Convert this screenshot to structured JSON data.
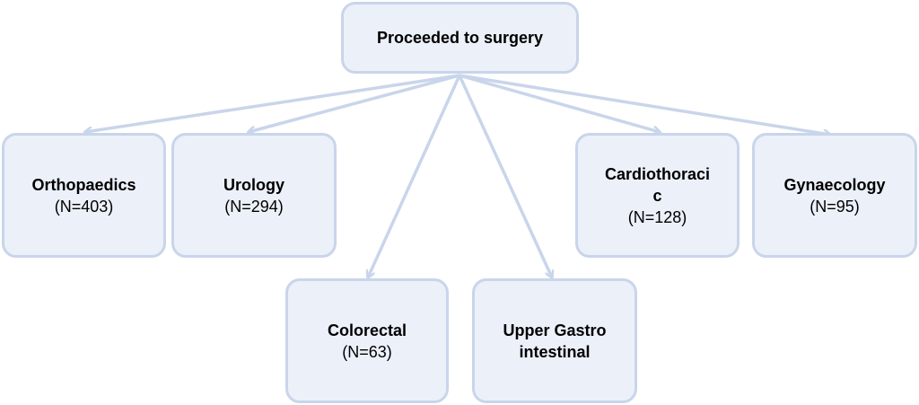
{
  "root": {
    "label": "Proceeded to surgery"
  },
  "specialties": [
    {
      "name": "Orthopaedics",
      "count": "(N=403)"
    },
    {
      "name": "Urology",
      "count": "(N=294)"
    },
    {
      "name": "Colorectal",
      "count": "(N=63)"
    },
    {
      "name": "Upper Gastrointestinal",
      "count": ""
    },
    {
      "name": "Cardiothoracic",
      "count": "(N=128)"
    },
    {
      "name": "Gynaecology",
      "count": "(N=95)"
    }
  ],
  "colors": {
    "box_fill": "#ecf0f9",
    "box_border": "#c9d5ea",
    "arrow": "#c9d5ea"
  }
}
